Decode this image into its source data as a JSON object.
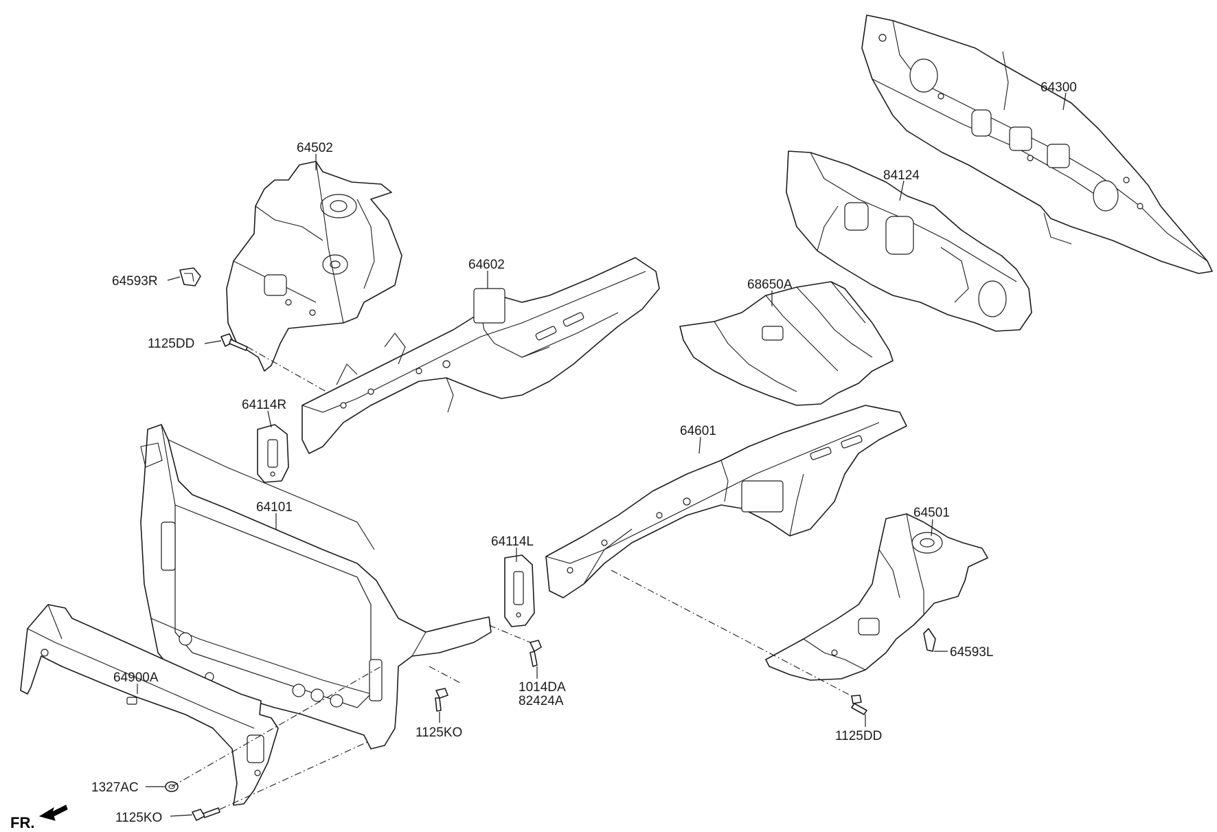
{
  "callouts": {
    "p64300": "64300",
    "p84124": "84124",
    "p64502": "64502",
    "p64602": "64602",
    "p68650A": "68650A",
    "p64593R": "64593R",
    "p1125DD_top": "1125DD",
    "p64114R": "64114R",
    "p64601": "64601",
    "p64101": "64101",
    "p64501": "64501",
    "p64114L": "64114L",
    "p64593L": "64593L",
    "p64900A": "64900A",
    "p1014DA": "1014DA",
    "p82424A": "82424A",
    "p1125KO_mid": "1125KO",
    "p1125DD_bottom": "1125DD",
    "p1327AC": "1327AC",
    "p1125KO_bottom": "1125KO"
  },
  "orientation": {
    "label": "FR."
  }
}
